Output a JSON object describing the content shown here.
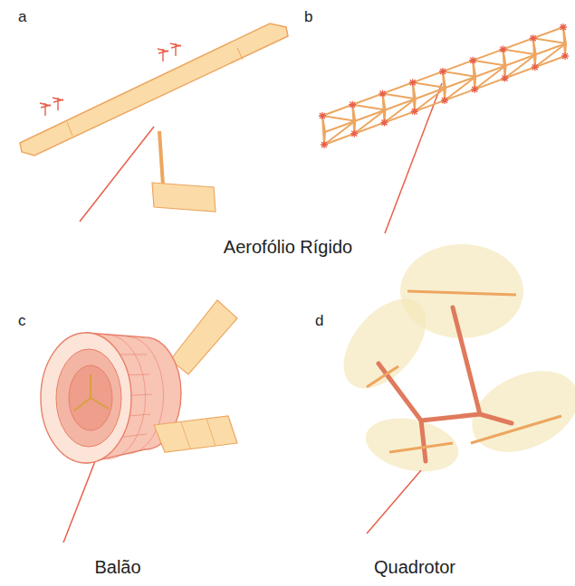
{
  "diagram": {
    "labels": [
      "a",
      "b",
      "Aerofólio Rígido",
      "c",
      "d",
      "Balão",
      "Quadrotor"
    ]
  }
}
